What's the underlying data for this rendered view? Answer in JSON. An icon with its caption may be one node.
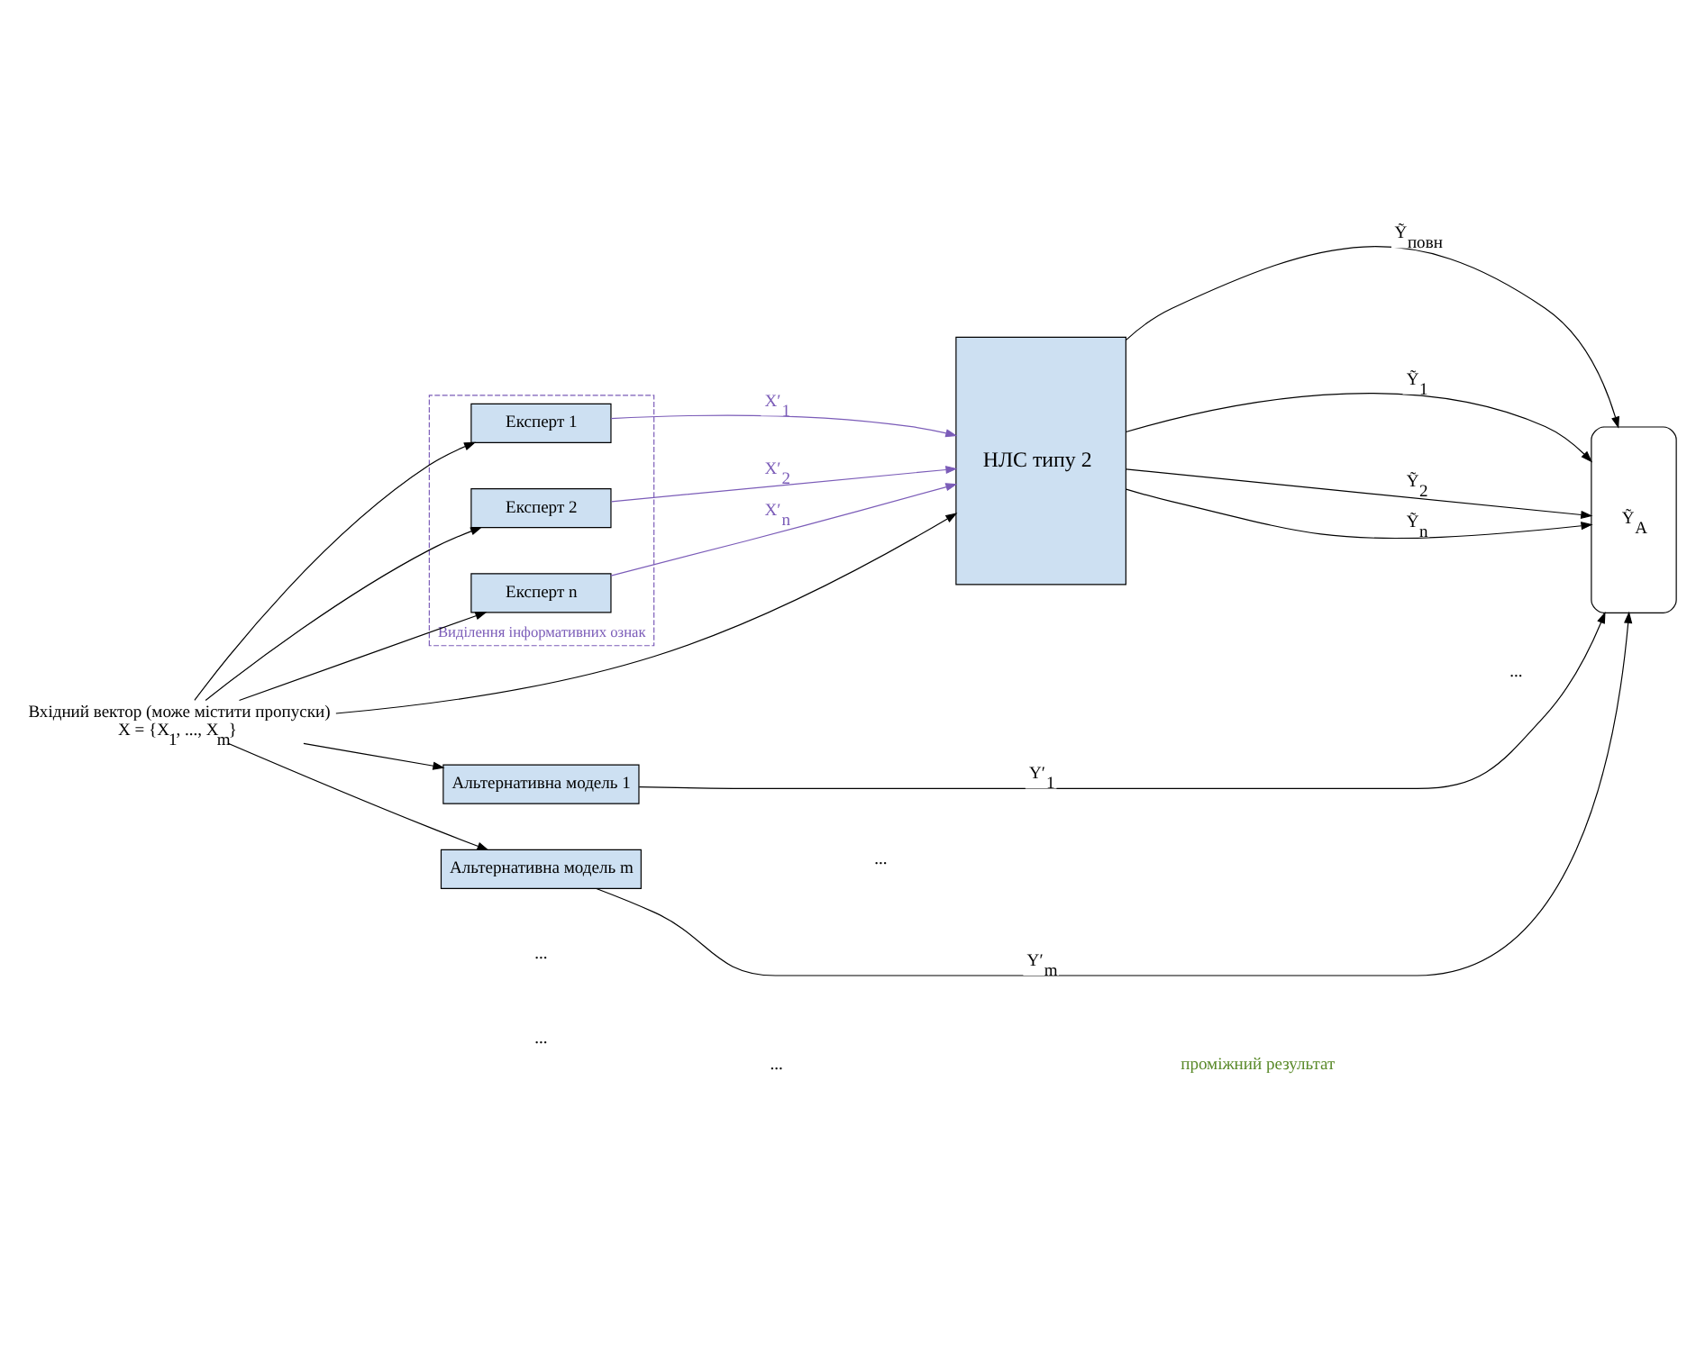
{
  "diagram": {
    "nodes": [
      {
        "text": [
          "Вхідний вектор (може містити пропуски)",
          "X = {X$_{1}$, ..., X$_{m}$}"
        ]
      },
      {
        "text": [
          "Виділення інформативних ознак"
        ]
      },
      {
        "text": [
          "Експерт 1"
        ],
        "in": 1
      },
      {
        "text": [
          "Експерт 2"
        ],
        "in": 1
      },
      {
        "text": [
          "Експерт n"
        ],
        "in": 1
      },
      {
        "text": [
          "НЛС типу 2"
        ]
      },
      {
        "text": [
          "Альтернативна модель 1"
        ]
      },
      {
        "text": [
          "Альтернативна модель m"
        ]
      },
      {
        "text": [
          "Ỹ$_{A}$"
        ]
      }
    ],
    "edges": [
      {
        "from": 0,
        "to": 2,
        "arrow": "to"
      },
      {
        "from": 0,
        "to": 3,
        "arrow": "to"
      },
      {
        "from": 0,
        "to": 4,
        "arrow": "to"
      },
      {
        "from": 0,
        "to": 5,
        "arrow": "to"
      },
      {
        "from": 0,
        "to": 6,
        "arrow": "to"
      },
      {
        "from": 0,
        "to": 7,
        "arrow": "to"
      },
      {
        "from": 2,
        "to": 5,
        "arrow": "to",
        "label": "X′$_{1}$",
        "color": "#7b5cb8"
      },
      {
        "from": 3,
        "to": 5,
        "arrow": "to",
        "label": "X′$_{2}$",
        "color": "#7b5cb8"
      },
      {
        "from": 4,
        "to": 5,
        "arrow": "to",
        "label": "X′$_{n}$",
        "color": "#7b5cb8"
      },
      {
        "from": 5,
        "to": 8,
        "arrow": "to",
        "label": "Ỹ$_{повн}$"
      },
      {
        "from": 5,
        "to": 8,
        "arrow": "to",
        "label": "Ỹ$_{1}$"
      },
      {
        "from": 5,
        "to": 8,
        "arrow": "to",
        "label": "Ỹ$_{2}$"
      },
      {
        "from": 5,
        "to": 8,
        "arrow": "to",
        "label": "Ỹ$_{n}$"
      },
      {
        "from": 6,
        "to": 8,
        "arrow": "to",
        "label": "Y′$_{1}$"
      },
      {
        "from": 7,
        "to": 8,
        "arrow": "to",
        "label": "Y′$_{m}$"
      }
    ],
    "labels": [
      "...",
      "...",
      "...",
      "...",
      "...",
      "проміжний результат"
    ]
  }
}
